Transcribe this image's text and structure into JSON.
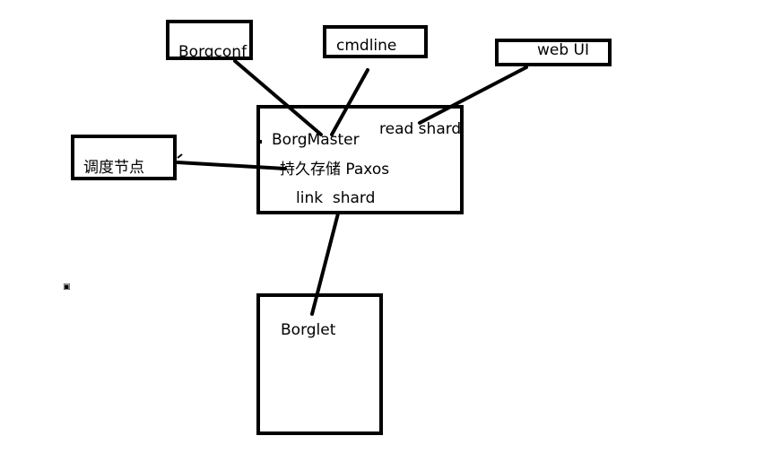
{
  "nodes": {
    "borgconf": "Borgconf",
    "cmdline": "cmdline",
    "webui": "web UI",
    "borgmaster": "BorgMaster",
    "read_shard": "read shard",
    "storage_paxos": "持久存储 Paxos",
    "link_shard": "link  shard",
    "scheduler": "调度节点",
    "borglet": "Borglet"
  },
  "colors": {
    "stroke": "#000000",
    "background": "#ffffff"
  }
}
